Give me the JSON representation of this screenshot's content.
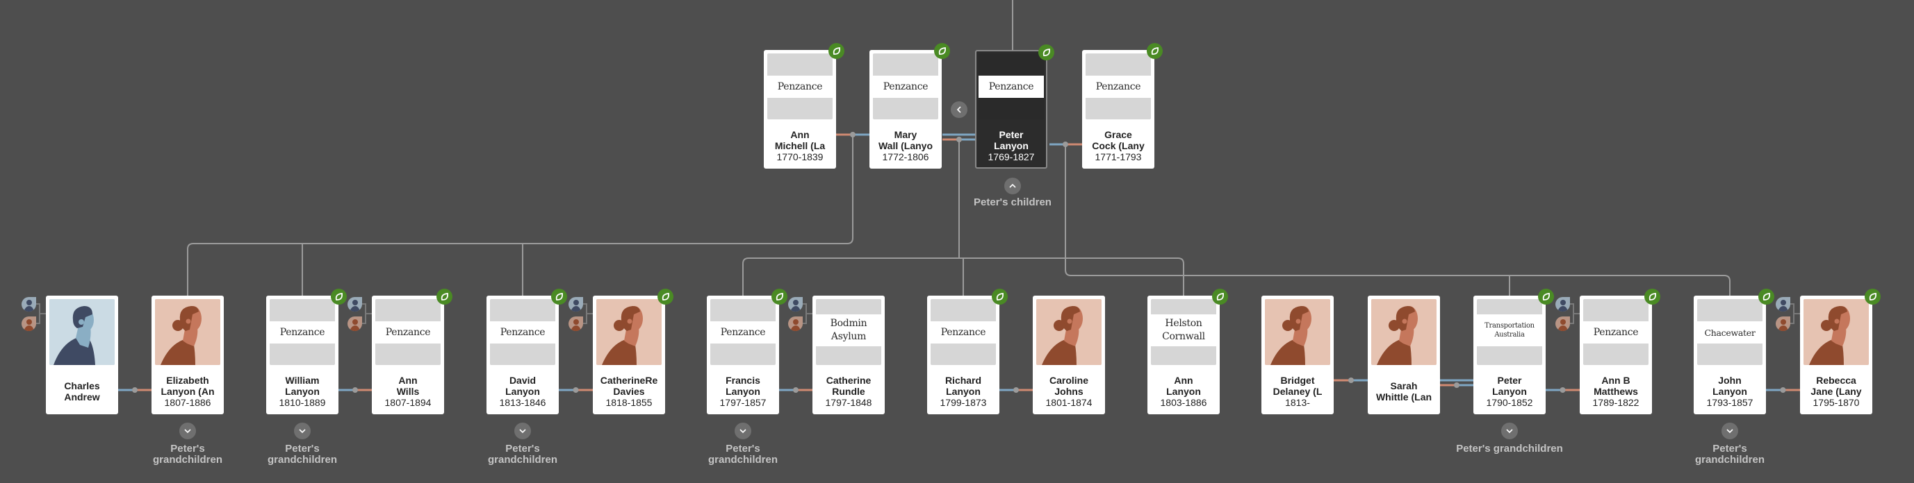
{
  "colors": {
    "background": "#4e4e4e",
    "line": "#9b9b9b",
    "male_line": "#7fa7c4",
    "female_line": "#d08a72",
    "badge": "#4a8a24"
  },
  "top_row": [
    {
      "name1": "Ann",
      "name2": "Michell (La",
      "dates": "1770-1839",
      "place": [
        "Penzance"
      ],
      "photo": "place",
      "badge": true
    },
    {
      "name1": "Mary",
      "name2": "Wall (Lanyo",
      "dates": "1772-1806",
      "place": [
        "Penzance"
      ],
      "photo": "place",
      "badge": true
    },
    {
      "name1": "Peter",
      "name2": "Lanyon",
      "dates": "1769-1827",
      "place": [
        "Penzance"
      ],
      "photo": "place",
      "badge": true,
      "selected": true
    },
    {
      "name1": "Grace",
      "name2": "Cock (Lany",
      "dates": "1771-1793",
      "place": [
        "Penzance"
      ],
      "photo": "place",
      "badge": true
    }
  ],
  "children": [
    {
      "name1": "Charles",
      "name2": "Andrew",
      "dates": "",
      "photo": "male",
      "badge": false,
      "parents_icon": true
    },
    {
      "name1": "Elizabeth",
      "name2": "Lanyon (An",
      "dates": "1807-1886",
      "photo": "female",
      "badge": false
    },
    {
      "name1": "William",
      "name2": "Lanyon",
      "dates": "1810-1889",
      "place": [
        "Penzance"
      ],
      "photo": "place",
      "badge": true
    },
    {
      "name1": "Ann",
      "name2": "Wills",
      "dates": "1807-1894",
      "place": [
        "Penzance"
      ],
      "photo": "place",
      "badge": true,
      "parents_icon": true
    },
    {
      "name1": "David",
      "name2": "Lanyon",
      "dates": "1813-1846",
      "place": [
        "Penzance"
      ],
      "photo": "place",
      "badge": true
    },
    {
      "name1": "CatherineRe",
      "name2": "Davies",
      "dates": "1818-1855",
      "photo": "female",
      "badge": true,
      "parents_icon": true
    },
    {
      "name1": "Francis",
      "name2": "Lanyon",
      "dates": "1797-1857",
      "place": [
        "Penzance"
      ],
      "photo": "place",
      "badge": true
    },
    {
      "name1": "Catherine",
      "name2": "Rundle",
      "dates": "1797-1848",
      "place": [
        "Bodmin",
        "Asylum"
      ],
      "photo": "place",
      "badge": false,
      "parents_icon": true
    },
    {
      "name1": "Richard",
      "name2": "Lanyon",
      "dates": "1799-1873",
      "place": [
        "Penzance"
      ],
      "photo": "place",
      "badge": true
    },
    {
      "name1": "Caroline",
      "name2": "Johns",
      "dates": "1801-1874",
      "photo": "female",
      "badge": false
    },
    {
      "name1": "Ann",
      "name2": "Lanyon",
      "dates": "1803-1886",
      "place": [
        "Helston",
        "Cornwall"
      ],
      "photo": "place",
      "badge": true
    },
    {
      "name1": "Bridget",
      "name2": "Delaney (L",
      "dates": "1813-",
      "photo": "female",
      "badge": false
    },
    {
      "name1": "Sarah",
      "name2": "Whittle (Lan",
      "dates": "",
      "photo": "female",
      "badge": false
    },
    {
      "name1": "Peter",
      "name2": "Lanyon",
      "dates": "1790-1852",
      "place": [
        "Transportation",
        "Australia"
      ],
      "photo": "place",
      "badge": true
    },
    {
      "name1": "Ann B",
      "name2": "Matthews",
      "dates": "1789-1822",
      "place": [
        "Penzance"
      ],
      "photo": "place",
      "badge": true,
      "parents_icon": true
    },
    {
      "name1": "John",
      "name2": "Lanyon",
      "dates": "1793-1857",
      "place": [
        "Chacewater"
      ],
      "photo": "place",
      "badge": true
    },
    {
      "name1": "Rebecca",
      "name2": "Jane (Lany",
      "dates": "1795-1870",
      "photo": "female",
      "badge": true,
      "parents_icon": true
    }
  ],
  "peters_children_label": "Peter's children",
  "grandchildren_labels": [
    [
      "Peter's",
      "grandchildren"
    ],
    [
      "Peter's",
      "grandchildren"
    ],
    [
      "Peter's",
      "grandchildren"
    ],
    [
      "Peter's",
      "grandchildren"
    ],
    [
      "Peter's grandchildren"
    ],
    [
      "Peter's",
      "grandchildren"
    ]
  ]
}
